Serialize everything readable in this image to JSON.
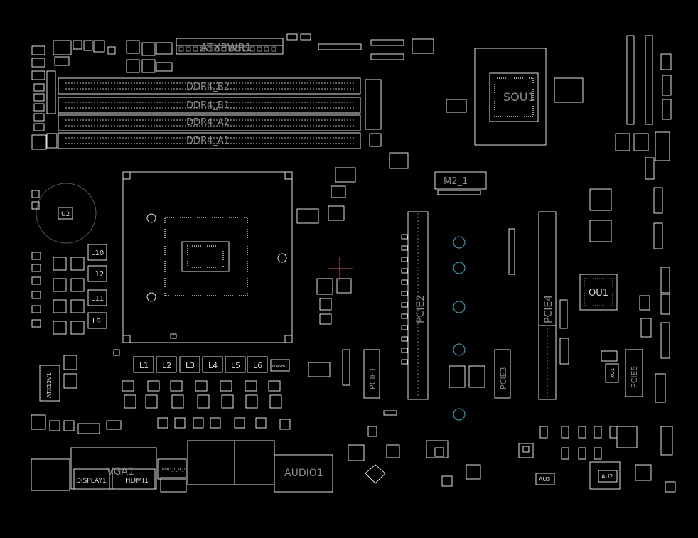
{
  "board": {
    "line_color": "#e0e0e0",
    "dim_color": "#8a8a8a",
    "via_color": "#1fb5c9",
    "cross_color": "#c9606a",
    "background": "#000000"
  },
  "components": {
    "atx_power": "ATXPWR1",
    "dimm_labels": [
      "DDR4_B2",
      "DDR4_B1",
      "DDR4_A2",
      "DDR4_A1"
    ],
    "m2_slot": "M2_1",
    "south_bridge": "SOU1",
    "pcie_slot_main": "PCIE2",
    "pcie_slot_secondary": "PCIE4",
    "super_io": "OU1",
    "vrm_u2": "U2",
    "inductors_left": [
      "L10",
      "L12",
      "L11",
      "L9"
    ],
    "inductors_bottom": [
      "L1",
      "L2",
      "L3",
      "L4",
      "L5",
      "L6"
    ],
    "pcie_small_slots": [
      "PCIE1",
      "PCIE3",
      "PCIE5"
    ],
    "rear_io": [
      "DISPLAY1",
      "VGA1",
      "HDMI1",
      "USB3_1_TA_1",
      "AUDIO1"
    ],
    "audio_chips": [
      "AU3",
      "AU2"
    ],
    "xut": "XU1",
    "atx12v": "ATX12V1",
    "flash": "FLASH1"
  }
}
